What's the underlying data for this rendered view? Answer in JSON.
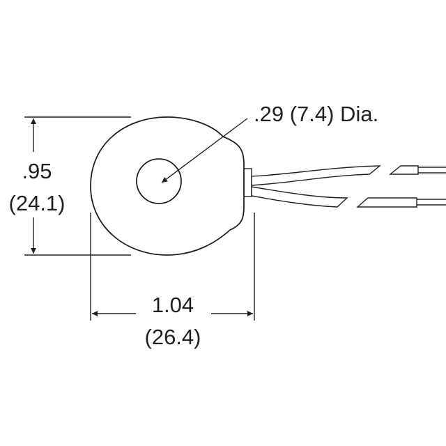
{
  "drawing": {
    "hole_label": ".29 (7.4) Dia.",
    "height_in": ".95",
    "height_mm": "(24.1)",
    "width_in": "1.04",
    "width_mm": "(26.4)"
  },
  "colors": {
    "line": "#231f20",
    "background": "#ffffff"
  }
}
